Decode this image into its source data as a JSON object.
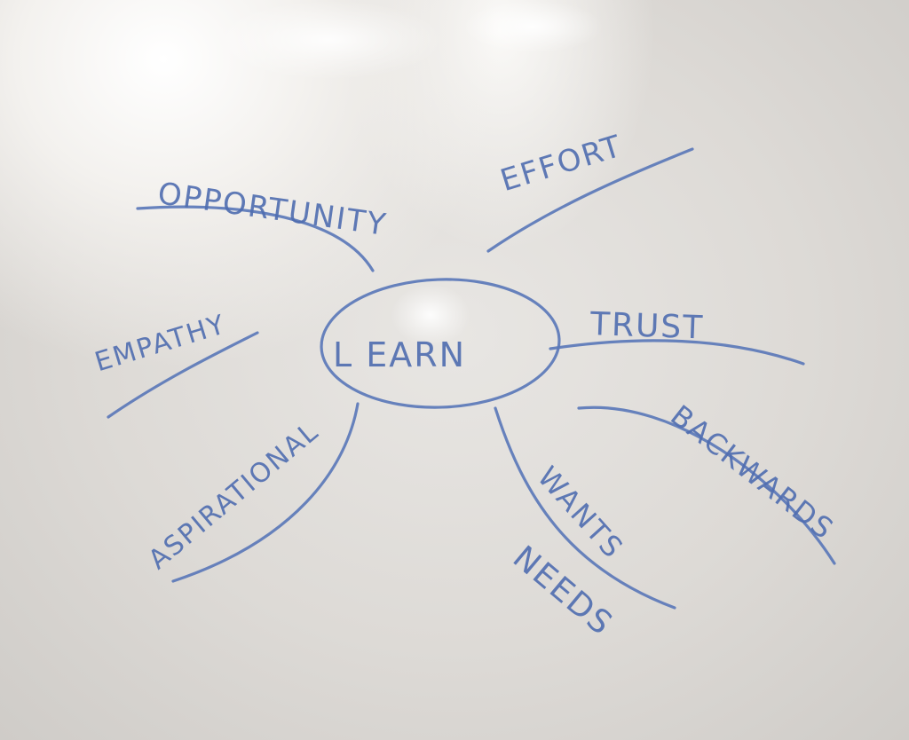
{
  "whiteboard": {
    "center_word": "L EARN",
    "branches": {
      "opportunity": "OPPORTUNITY",
      "effort": "EFFORT",
      "empathy": "EMPATHY",
      "trust": "TRUST",
      "aspirational": "ASPIRATIONAL",
      "backwards": "BACKWARDS",
      "wants": "WANTS",
      "needs": "NEEDS"
    },
    "ink_color": "#5b78b8"
  }
}
